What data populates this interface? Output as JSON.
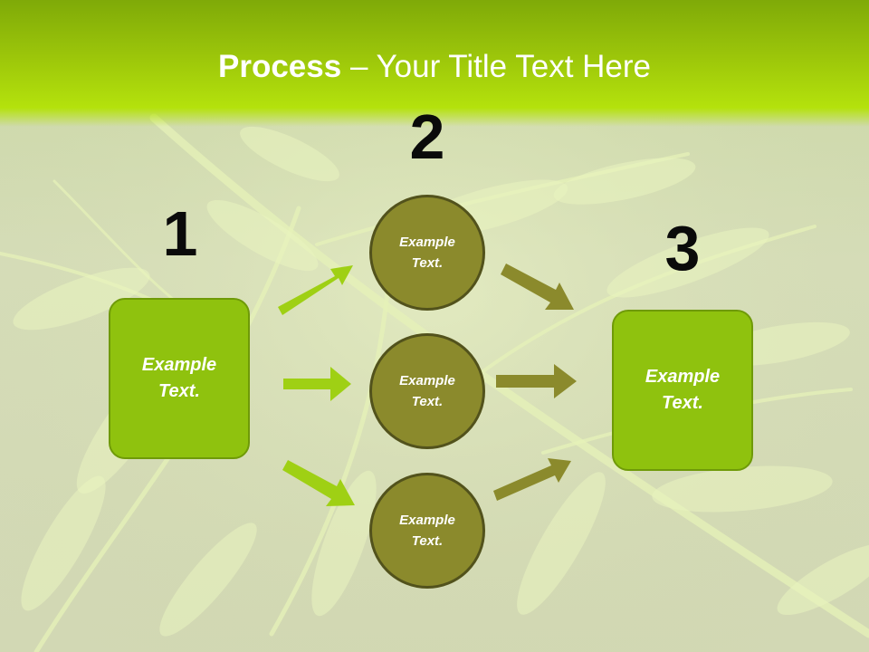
{
  "slide": {
    "title_bold": "Process",
    "title_rest": " – Your Title Text Here",
    "steps": [
      "1",
      "2",
      "3"
    ],
    "left_box": "Example Text.",
    "right_box": "Example Text.",
    "circles": [
      "Example Text.",
      "Example Text.",
      "Example Text."
    ]
  },
  "colors": {
    "header": "#9cc60a",
    "box_fill": "#8fc20e",
    "circle_fill": "#8b8a2c",
    "arrow_left": "#9fd014",
    "arrow_right": "#8b8a2c"
  }
}
